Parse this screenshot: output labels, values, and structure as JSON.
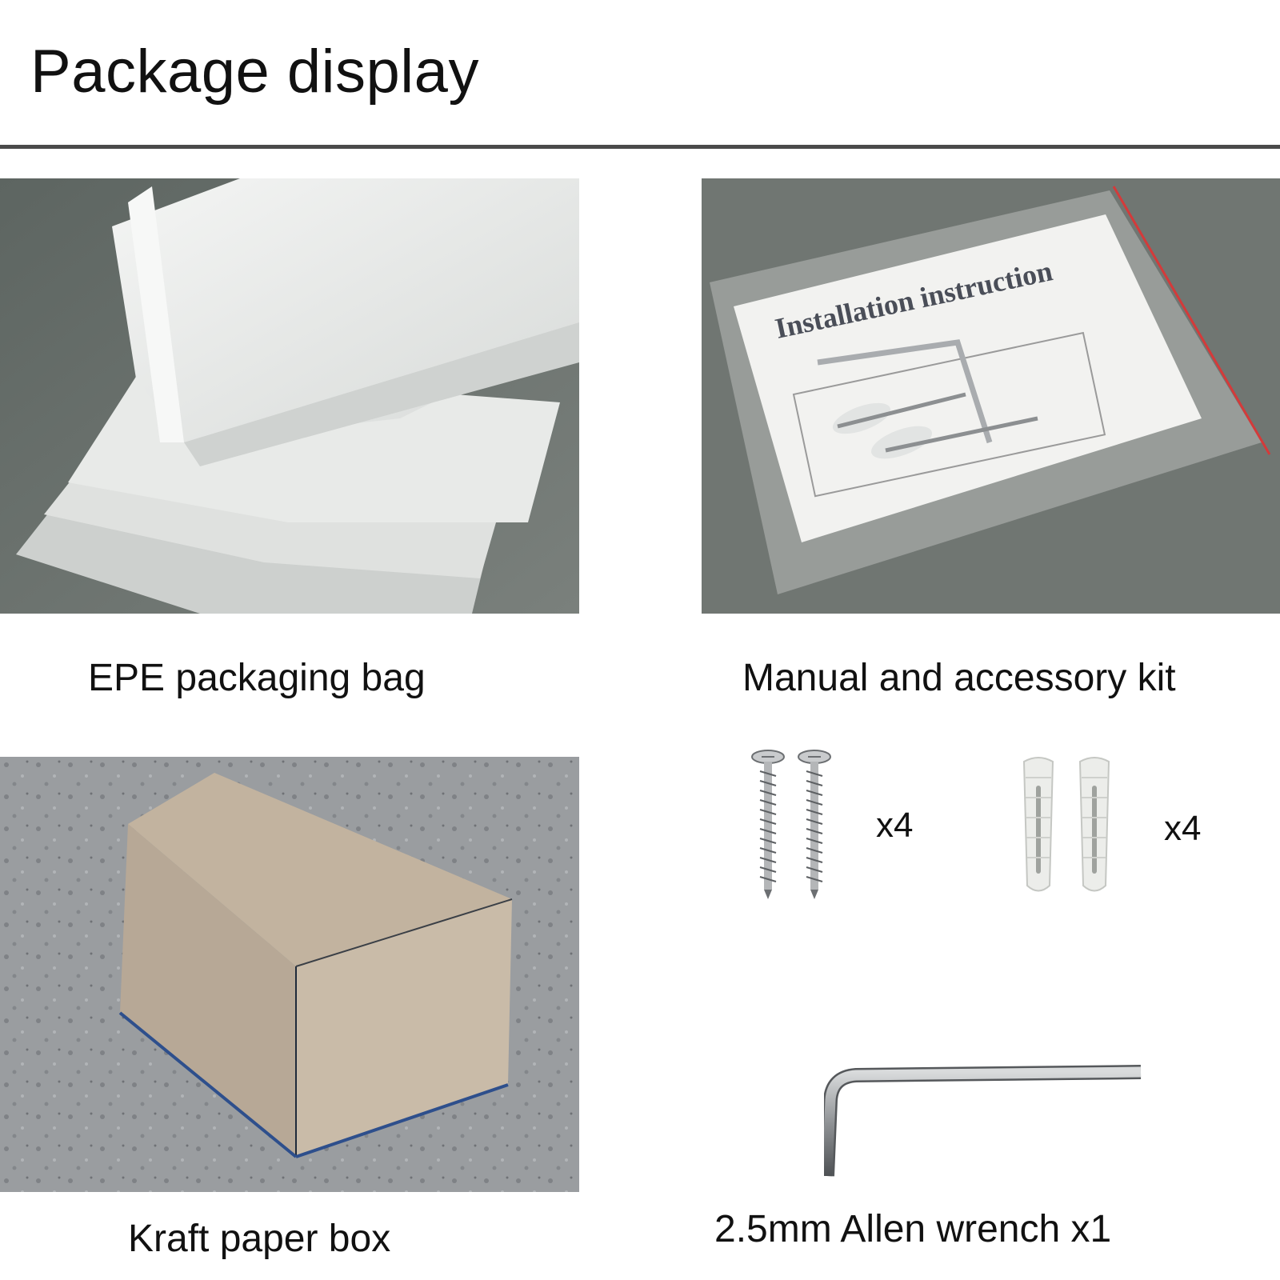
{
  "header": {
    "title": "Package display"
  },
  "items": [
    {
      "caption": "EPE packaging bag",
      "image": "epe-foam-sheets-photo"
    },
    {
      "caption": "Manual and accessory kit",
      "image": "accessory-bag-photo",
      "manual_heading": "Installation instruction"
    },
    {
      "caption": "Kraft paper box",
      "image": "kraft-box-photo"
    },
    {
      "caption": "2.5mm Allen wrench x1",
      "image": "allen-wrench-icon"
    }
  ],
  "accessories": {
    "screws": {
      "icon": "screw-icon",
      "count_label": "x4"
    },
    "anchors": {
      "icon": "wall-anchor-icon",
      "count_label": "x4"
    }
  }
}
